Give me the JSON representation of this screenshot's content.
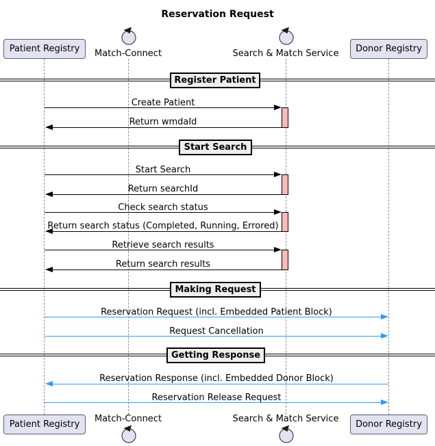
{
  "title": "Reservation Request",
  "participants": [
    {
      "label": "Patient Registry",
      "type": "box"
    },
    {
      "label": "Match-Connect",
      "type": "control"
    },
    {
      "label": "Search & Match Service",
      "type": "control"
    },
    {
      "label": "Donor Registry",
      "type": "box"
    }
  ],
  "dividers": [
    {
      "label": "Register Patient"
    },
    {
      "label": "Start Search"
    },
    {
      "label": "Making Request"
    },
    {
      "label": "Getting Response"
    }
  ],
  "messages": [
    {
      "label": "Create Patient",
      "from": "Patient Registry",
      "to": "Search & Match Service",
      "direction": "right",
      "color": "black"
    },
    {
      "label": "Return wmdaId",
      "from": "Search & Match Service",
      "to": "Patient Registry",
      "direction": "left",
      "color": "black"
    },
    {
      "label": "Start Search",
      "from": "Patient Registry",
      "to": "Search & Match Service",
      "direction": "right",
      "color": "black"
    },
    {
      "label": "Return searchId",
      "from": "Search & Match Service",
      "to": "Patient Registry",
      "direction": "left",
      "color": "black"
    },
    {
      "label": "Check search status",
      "from": "Patient Registry",
      "to": "Search & Match Service",
      "direction": "right",
      "color": "black"
    },
    {
      "label": "Return search status (Completed, Running, Errored)",
      "from": "Search & Match Service",
      "to": "Patient Registry",
      "direction": "left",
      "color": "black"
    },
    {
      "label": "Retrieve search results",
      "from": "Patient Registry",
      "to": "Search & Match Service",
      "direction": "right",
      "color": "black"
    },
    {
      "label": "Return search results",
      "from": "Search & Match Service",
      "to": "Patient Registry",
      "direction": "left",
      "color": "black"
    },
    {
      "label": "Reservation Request (incl. Embedded Patient Block)",
      "from": "Patient Registry",
      "to": "Donor Registry",
      "direction": "right",
      "color": "blue"
    },
    {
      "label": "Request Cancellation",
      "from": "Patient Registry",
      "to": "Donor Registry",
      "direction": "right",
      "color": "blue"
    },
    {
      "label": "Reservation Response (incl. Embedded Donor Block)",
      "from": "Donor Registry",
      "to": "Patient Registry",
      "direction": "left",
      "color": "blue"
    },
    {
      "label": "Reservation Release Request",
      "from": "Patient Registry",
      "to": "Donor Registry",
      "direction": "right",
      "color": "blue"
    }
  ],
  "colors": {
    "participant_fill": "#E2E2F0",
    "participant_border": "#5c5c70",
    "divider_fill": "#EEEEEE",
    "activation_fill": "#FBB9B9",
    "black_message": "#000000",
    "blue_message": "#2E9BFF",
    "lifeline": "#8c8c8c"
  }
}
